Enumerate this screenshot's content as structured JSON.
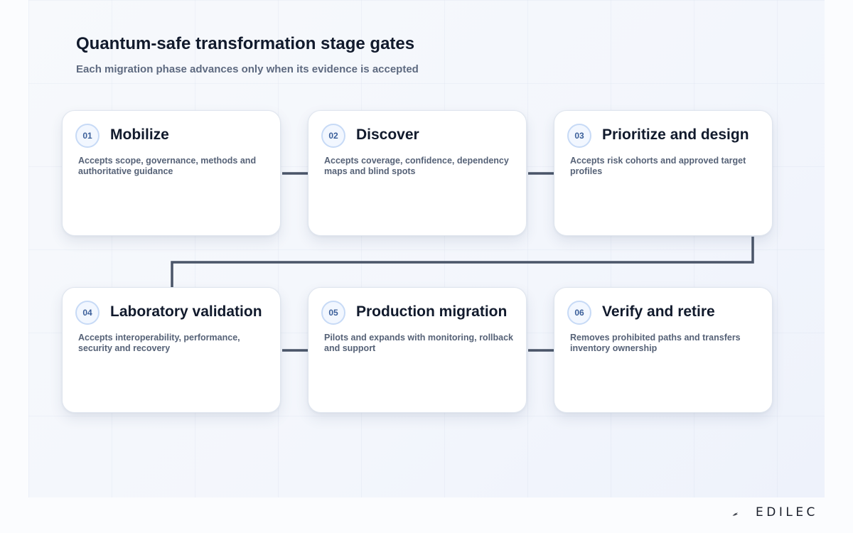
{
  "header": {
    "title": "Quantum-safe transformation stage gates",
    "subtitle": "Each migration phase advances only when its evidence is accepted"
  },
  "stages": [
    {
      "number": "01",
      "title": "Mobilize",
      "description": "Accepts scope, governance, methods and authoritative guidance"
    },
    {
      "number": "02",
      "title": "Discover",
      "description": "Accepts coverage, confidence, dependency maps and blind spots"
    },
    {
      "number": "03",
      "title": "Prioritize and design",
      "description": "Accepts risk cohorts and approved target profiles"
    },
    {
      "number": "04",
      "title": "Laboratory validation",
      "description": "Accepts interoperability, performance, security and recovery"
    },
    {
      "number": "05",
      "title": "Production migration",
      "description": "Pilots and expands with monitoring, rollback and support"
    },
    {
      "number": "06",
      "title": "Verify and retire",
      "description": "Removes prohibited paths and transfers inventory ownership"
    }
  ],
  "brand": {
    "name": "EDILEC"
  },
  "colors": {
    "connector": "#4a5568",
    "badge_text": "#3b5f9a",
    "title_text": "#111a2c"
  }
}
